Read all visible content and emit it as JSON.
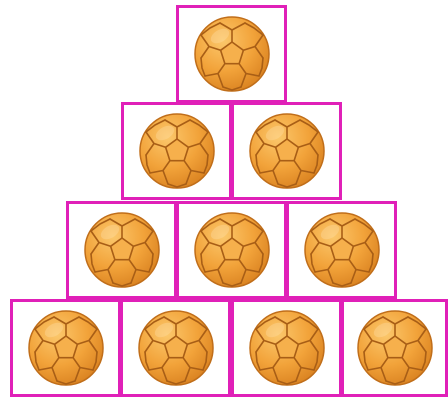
{
  "scene": {
    "description_free": true,
    "rows": [
      {
        "ball_count": 1
      },
      {
        "ball_count": 2
      },
      {
        "ball_count": 3
      },
      {
        "ball_count": 4
      }
    ],
    "total_balls": 10,
    "box_color": "#e020b8",
    "ball_color": "#f2a33a",
    "ball_shadow": "#d8801f",
    "seam_color": "#b2661a",
    "ball_icon": "soccer-ball-icon"
  }
}
